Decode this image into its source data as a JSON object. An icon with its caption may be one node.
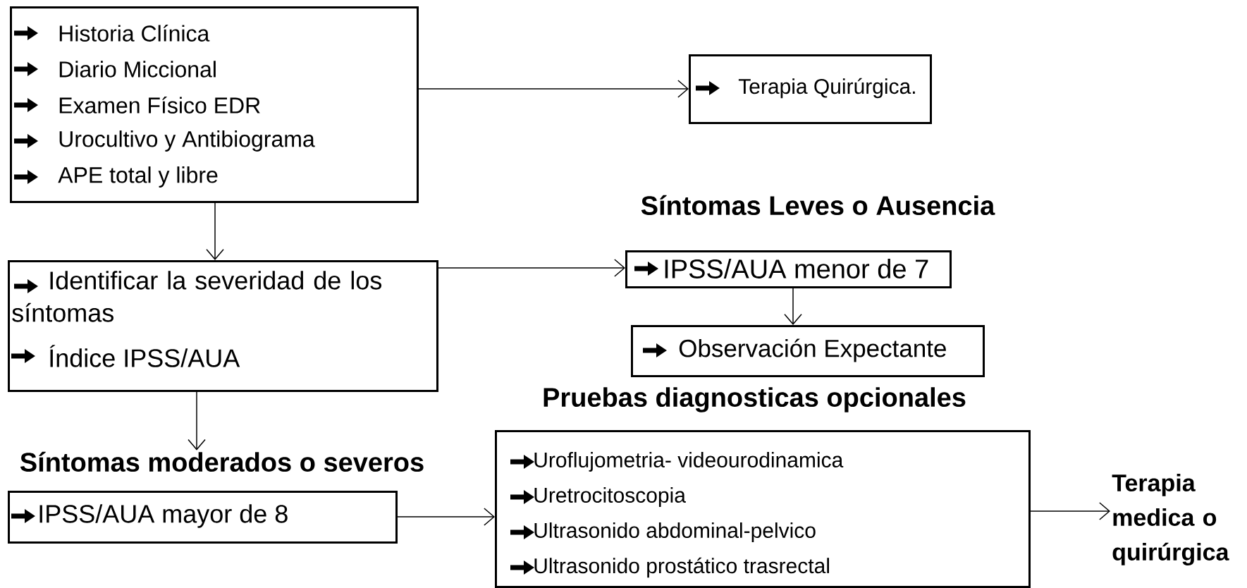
{
  "diagram": {
    "nodes": [
      {
        "text": [
          "Historia Clínica",
          "Diario Miccional",
          "Examen Físico EDR",
          "Urocultivo y Antibiograma",
          "APE total y libre"
        ]
      },
      {
        "text": [
          "Terapia Quirúrgica."
        ]
      },
      {
        "text": [
          "Identificar la severidad de los síntomas",
          "Índice IPSS/AUA"
        ]
      },
      {
        "text": [
          "Síntomas Leves o Ausencia",
          "IPSS/AUA menor de 7"
        ]
      },
      {
        "text": [
          "Observación Expectante"
        ]
      },
      {
        "text": [
          "Síntomas moderados o severos",
          "IPSS/AUA mayor de 8"
        ]
      },
      {
        "text": [
          "Pruebas diagnosticas opcionales",
          "Uroflujometria- videourodinamica",
          "Uretrocitoscopia",
          "Ultrasonido abdominal-pelvico",
          "Ultrasonido prostático trasrectal"
        ]
      },
      {
        "text": [
          "Terapia medica o quirúrgica"
        ]
      }
    ],
    "edges": [
      {
        "from": 0,
        "to": 1,
        "arrow": "to"
      },
      {
        "from": 0,
        "to": 2,
        "arrow": "to"
      },
      {
        "from": 2,
        "to": 3,
        "arrow": "to"
      },
      {
        "from": 3,
        "to": 4,
        "arrow": "to"
      },
      {
        "from": 2,
        "to": 5,
        "arrow": "to"
      },
      {
        "from": 5,
        "to": 6,
        "arrow": "to"
      },
      {
        "from": 6,
        "to": 7,
        "arrow": "to"
      }
    ]
  }
}
